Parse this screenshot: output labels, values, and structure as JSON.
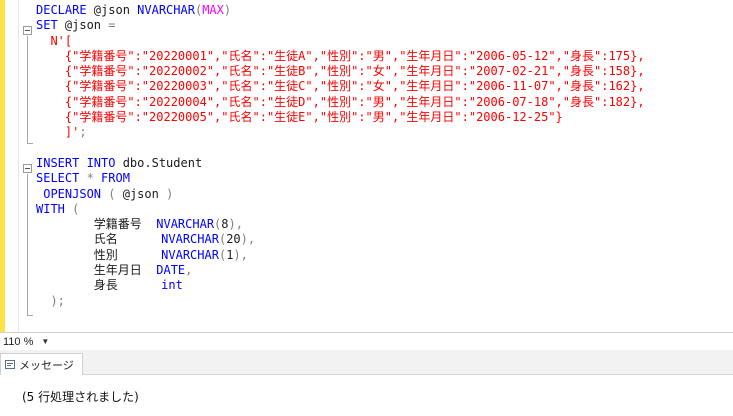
{
  "editor": {
    "lines": [
      [
        {
          "c": "kw",
          "t": "DECLARE "
        },
        {
          "c": "var",
          "t": "@json "
        },
        {
          "c": "kw",
          "t": "NVARCHAR"
        },
        {
          "c": "op",
          "t": "("
        },
        {
          "c": "fn",
          "t": "MAX"
        },
        {
          "c": "op",
          "t": ")"
        }
      ],
      [
        {
          "c": "kw",
          "t": "SET "
        },
        {
          "c": "var",
          "t": "@json "
        },
        {
          "c": "op",
          "t": "="
        }
      ],
      [
        {
          "c": "str",
          "t": "  N'["
        }
      ],
      [
        {
          "c": "str",
          "t": "    {\"学籍番号\":\"20220001\",\"氏名\":\"生徒A\",\"性別\":\"男\",\"生年月日\":\"2006-05-12\",\"身長\":175},"
        }
      ],
      [
        {
          "c": "str",
          "t": "    {\"学籍番号\":\"20220002\",\"氏名\":\"生徒B\",\"性別\":\"女\",\"生年月日\":\"2007-02-21\",\"身長\":158},"
        }
      ],
      [
        {
          "c": "str",
          "t": "    {\"学籍番号\":\"20220003\",\"氏名\":\"生徒C\",\"性別\":\"女\",\"生年月日\":\"2006-11-07\",\"身長\":162},"
        }
      ],
      [
        {
          "c": "str",
          "t": "    {\"学籍番号\":\"20220004\",\"氏名\":\"生徒D\",\"性別\":\"男\",\"生年月日\":\"2006-07-18\",\"身長\":182},"
        }
      ],
      [
        {
          "c": "str",
          "t": "    {\"学籍番号\":\"20220005\",\"氏名\":\"生徒E\",\"性別\":\"男\",\"生年月日\":\"2006-12-25\"}"
        }
      ],
      [
        {
          "c": "str",
          "t": "    ]'"
        },
        {
          "c": "op",
          "t": ";"
        }
      ],
      [
        {
          "c": "var",
          "t": ""
        }
      ],
      [
        {
          "c": "kw",
          "t": "INSERT INTO "
        },
        {
          "c": "var",
          "t": "dbo.Student"
        }
      ],
      [
        {
          "c": "kw",
          "t": "SELECT "
        },
        {
          "c": "op",
          "t": "* "
        },
        {
          "c": "kw",
          "t": "FROM"
        }
      ],
      [
        {
          "c": "var",
          "t": " "
        },
        {
          "c": "kw",
          "t": "OPENJSON "
        },
        {
          "c": "op",
          "t": "( "
        },
        {
          "c": "var",
          "t": "@json "
        },
        {
          "c": "op",
          "t": ")"
        }
      ],
      [
        {
          "c": "kw",
          "t": "WITH "
        },
        {
          "c": "op",
          "t": "("
        }
      ],
      [
        {
          "c": "var",
          "t": "        学籍番号  "
        },
        {
          "c": "ty",
          "t": "NVARCHAR"
        },
        {
          "c": "op",
          "t": "("
        },
        {
          "c": "var",
          "t": "8"
        },
        {
          "c": "op",
          "t": "),"
        }
      ],
      [
        {
          "c": "var",
          "t": "        氏名      "
        },
        {
          "c": "ty",
          "t": "NVARCHAR"
        },
        {
          "c": "op",
          "t": "("
        },
        {
          "c": "var",
          "t": "20"
        },
        {
          "c": "op",
          "t": "),"
        }
      ],
      [
        {
          "c": "var",
          "t": "        性別      "
        },
        {
          "c": "ty",
          "t": "NVARCHAR"
        },
        {
          "c": "op",
          "t": "("
        },
        {
          "c": "var",
          "t": "1"
        },
        {
          "c": "op",
          "t": "),"
        }
      ],
      [
        {
          "c": "var",
          "t": "        生年月日  "
        },
        {
          "c": "ty",
          "t": "DATE"
        },
        {
          "c": "op",
          "t": ","
        }
      ],
      [
        {
          "c": "var",
          "t": "        身長      "
        },
        {
          "c": "ty",
          "t": "int"
        }
      ],
      [
        {
          "c": "var",
          "t": "  "
        },
        {
          "c": "op",
          "t": ");"
        }
      ]
    ]
  },
  "statusbar": {
    "zoom": "110 %"
  },
  "results": {
    "tab_label": "メッセージ",
    "message": "(5 行処理されました)"
  }
}
